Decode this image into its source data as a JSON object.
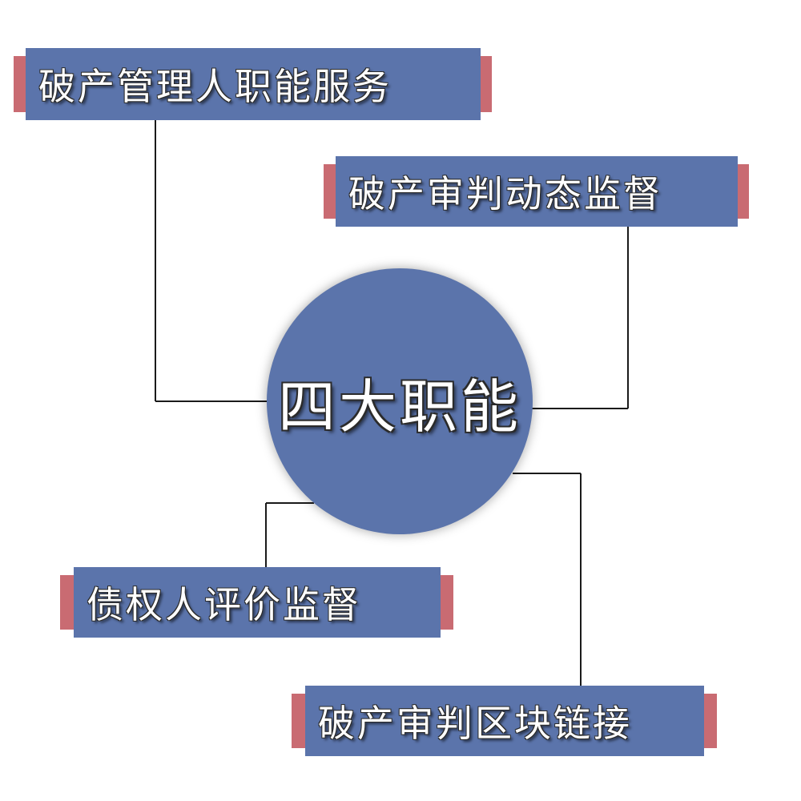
{
  "center": {
    "label": "四大职能"
  },
  "functions": [
    {
      "label": "破产管理人职能服务"
    },
    {
      "label": "破产审判动态监督"
    },
    {
      "label": "债权人评价监督"
    },
    {
      "label": "破产审判区块链接"
    }
  ],
  "colors": {
    "box_fill": "#5b74ab",
    "tab_accent": "#c96b72",
    "connector": "#1a1a1a",
    "text": "#ffffff"
  }
}
